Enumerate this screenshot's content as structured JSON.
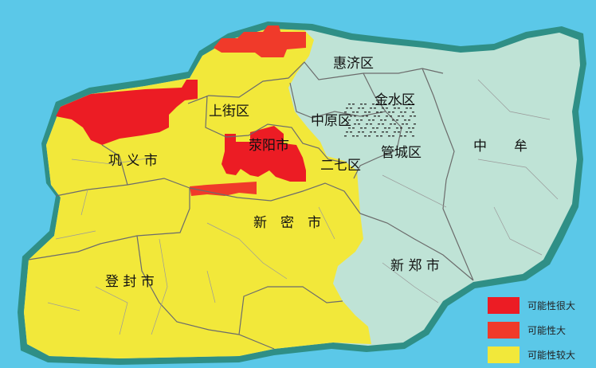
{
  "colors": {
    "ocean": "#5bc8e8",
    "border_outer": "#2f8f86",
    "land_low": "#bfe3d6",
    "very_high": "#ec1c24",
    "high": "#f03a2a",
    "relatively_high": "#f2e83a",
    "lines": "#6c6c6c"
  },
  "districts": [
    {
      "id": "huiji",
      "name": "惠济区"
    },
    {
      "id": "jinshui",
      "name": "金水区"
    },
    {
      "id": "shangjie",
      "name": "上街区"
    },
    {
      "id": "zhongyuan",
      "name": "中原区"
    },
    {
      "id": "xingyang",
      "name": "荥阳市"
    },
    {
      "id": "guancheng",
      "name": "管城区"
    },
    {
      "id": "zhongmou",
      "name": "中　　牟"
    },
    {
      "id": "gongyi",
      "name": "巩 义 市"
    },
    {
      "id": "erqi",
      "name": "二七区"
    },
    {
      "id": "xinmi",
      "name": "新　密　市"
    },
    {
      "id": "xinzheng",
      "name": "新 郑 市"
    },
    {
      "id": "dengfeng",
      "name": "登 封 市"
    }
  ],
  "legend": [
    {
      "label": "可能性很大",
      "color": "#ec1c24"
    },
    {
      "label": "可能性大",
      "color": "#f03a2a"
    },
    {
      "label": "可能性较大",
      "color": "#f2e83a"
    }
  ]
}
